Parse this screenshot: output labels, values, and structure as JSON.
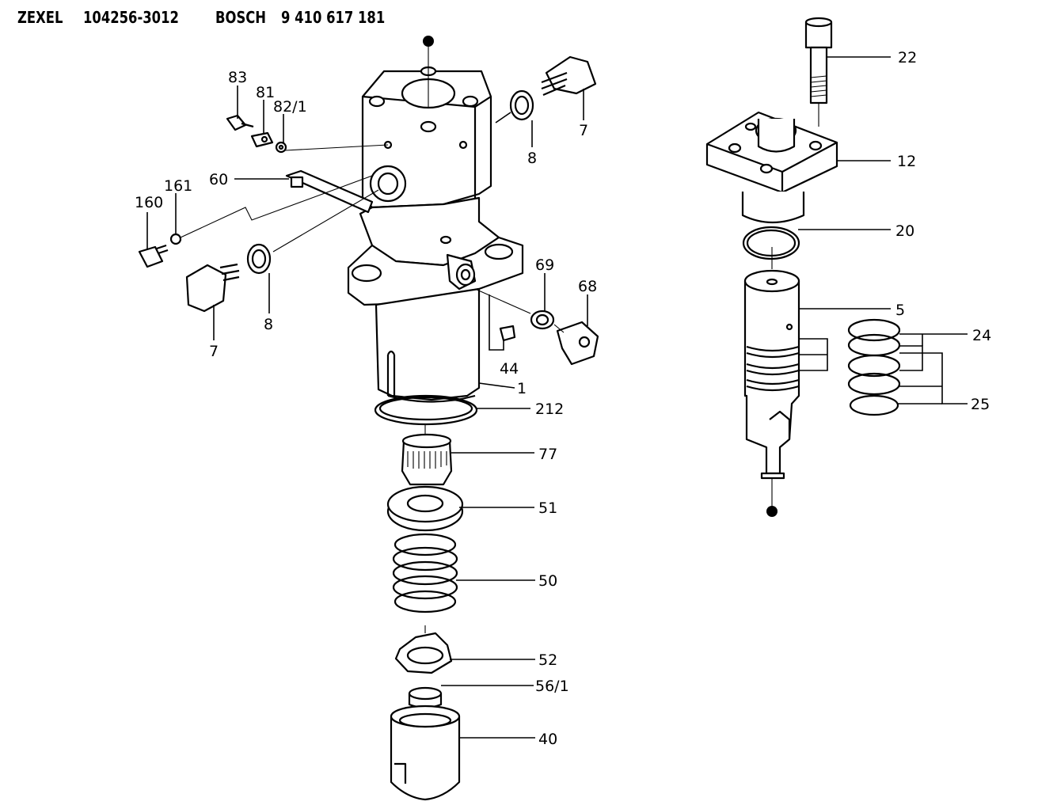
{
  "header": {
    "brand1": "ZEXEL",
    "code1": "104256-3012",
    "brand2": "BOSCH",
    "code2": "9 410 617 181"
  },
  "callouts": {
    "p83": "83",
    "p81": "81",
    "p82_1": "82/1",
    "p161": "161",
    "p160": "160",
    "p60": "60",
    "p7a": "7",
    "p8a": "8",
    "p7b": "7",
    "p8b": "8",
    "p69": "69",
    "p68": "68",
    "p44": "44",
    "p1": "1",
    "p212": "212",
    "p77": "77",
    "p51": "51",
    "p50": "50",
    "p52": "52",
    "p56_1": "56/1",
    "p40": "40",
    "p22": "22",
    "p12": "12",
    "p20": "20",
    "p5": "5",
    "p24": "24",
    "p25": "25"
  }
}
